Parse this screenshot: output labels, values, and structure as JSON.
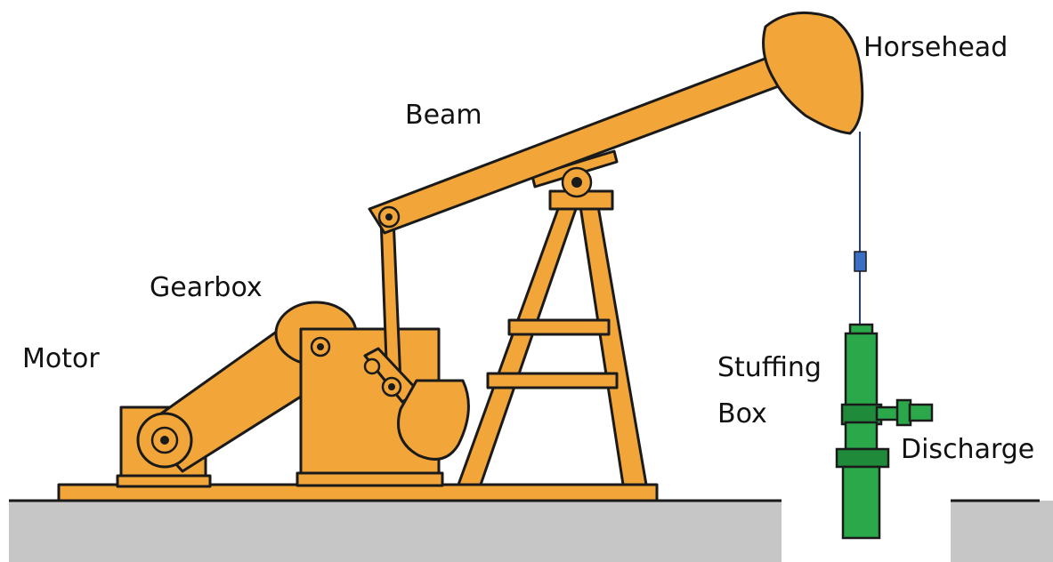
{
  "labels": {
    "horsehead": "Horsehead",
    "beam": "Beam",
    "gearbox": "Gearbox",
    "motor": "Motor",
    "stuffing_box_line1": "Stuffing",
    "stuffing_box_line2": "Box",
    "discharge": "Discharge"
  },
  "colors": {
    "equipment": "#F2A63A",
    "wellhead": "#2BA84A",
    "ground": "#C6C6C6",
    "outline": "#1a1a1a"
  }
}
